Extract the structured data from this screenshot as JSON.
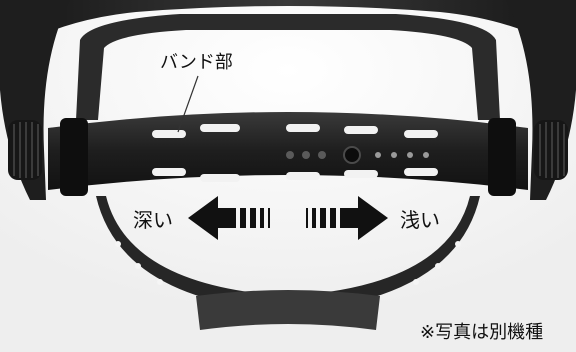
{
  "labels": {
    "band": "バンド部",
    "deep": "深い",
    "shallow": "浅い",
    "note": "※写真は別機種"
  },
  "colors": {
    "background": "#ffffff",
    "band": "#1c1c1c",
    "arrow": "#111111",
    "shell": "#2a2a2a"
  }
}
